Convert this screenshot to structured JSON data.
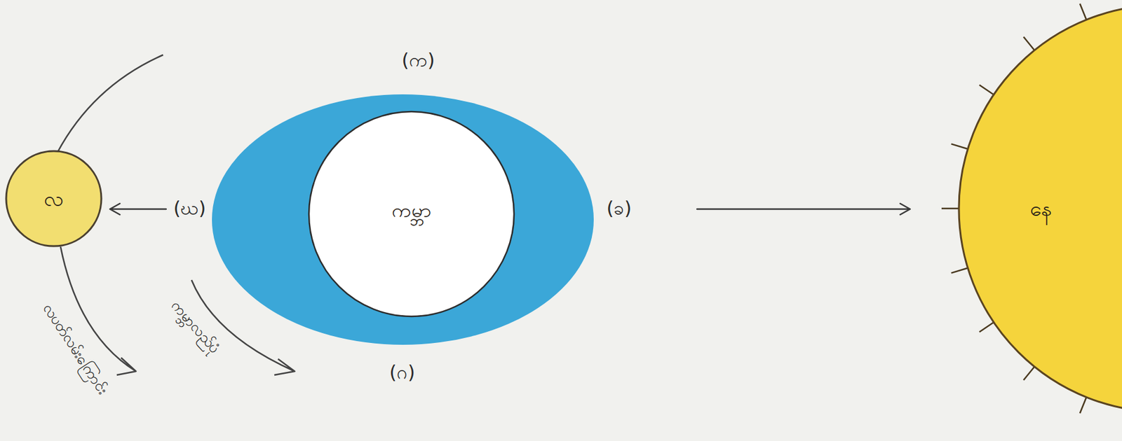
{
  "diagram": {
    "nodes": [
      {
        "text": [
          "လ"
        ]
      },
      {
        "text": [
          "ကမ္ဘာ"
        ]
      },
      {
        "text": [
          "နေ"
        ]
      }
    ],
    "edges": [
      {
        "from": 1,
        "to": 0,
        "arrow": "to"
      },
      {
        "from": 1,
        "to": 2,
        "arrow": "to"
      }
    ],
    "labels": [
      "(က)",
      "(ခ)",
      "(ဂ)",
      "(ဃ)",
      "လပတ်လမ်းကြောင်း",
      "ကမ္ဘာလည်ပုံ"
    ]
  }
}
